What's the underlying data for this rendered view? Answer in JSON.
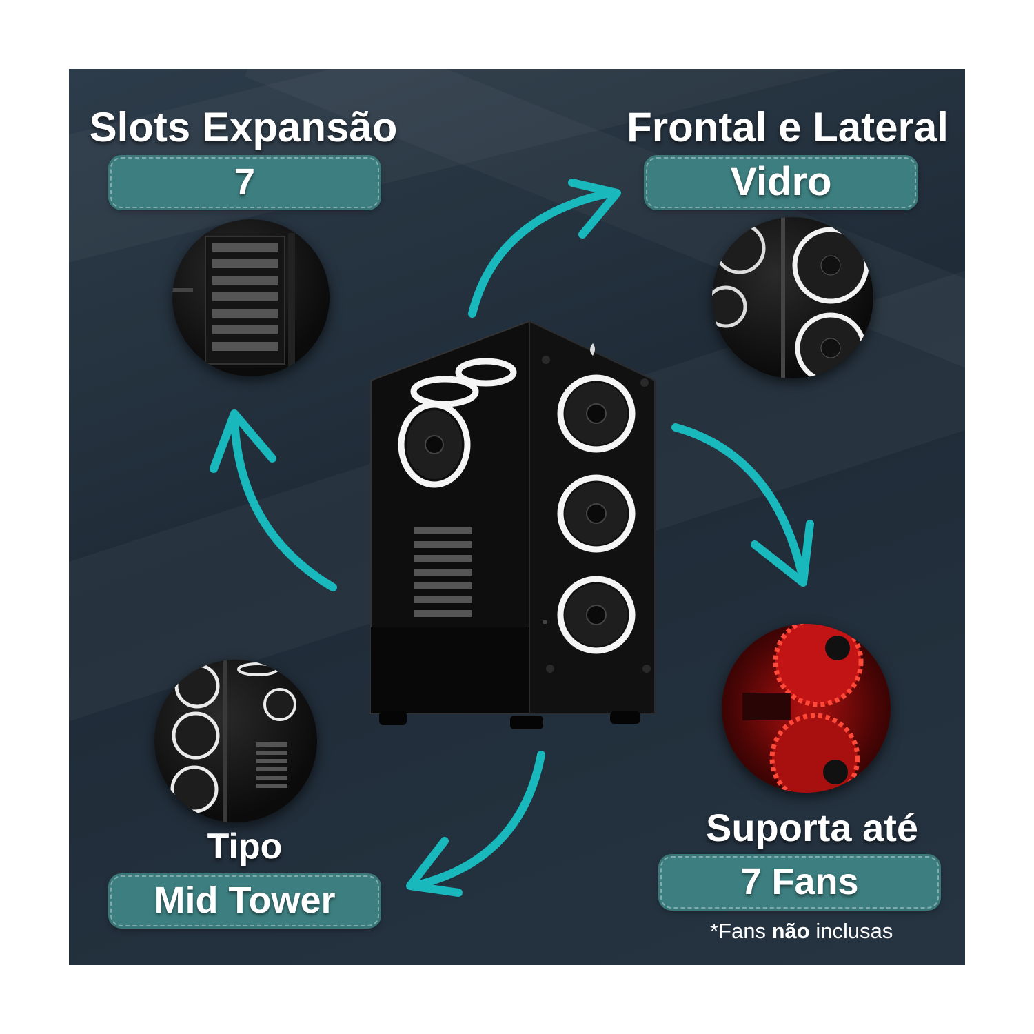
{
  "features": {
    "slots": {
      "title": "Slots Expansão",
      "value": "7"
    },
    "panel": {
      "title": "Frontal e Lateral",
      "value": "Vidro"
    },
    "type": {
      "title": "Tipo",
      "value": "Mid Tower"
    },
    "fans": {
      "title": "Suporta até",
      "value": "7 Fans",
      "note_prefix": "*Fans ",
      "note_bold": "não",
      "note_suffix": " inclusas"
    }
  },
  "colors": {
    "accent": "#3d7f80",
    "arrow": "#19b8bd",
    "background": "#263442",
    "fan_red": "#e02020"
  },
  "icons": {
    "case": "pc-case-image",
    "arrows": "curved-arrow-icon"
  }
}
